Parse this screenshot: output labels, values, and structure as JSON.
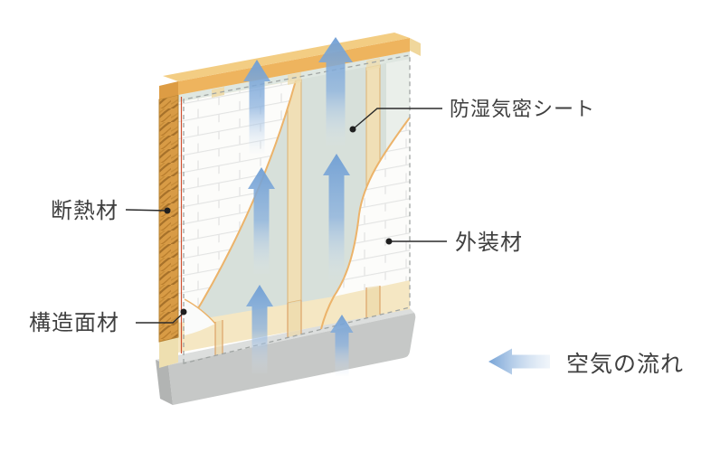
{
  "figure": {
    "type": "wall-insulation-airflow-diagram",
    "labels": {
      "vapor_barrier_sheet": "防湿気密シート",
      "insulation": "断熱材",
      "structural_panel": "構造面材",
      "exterior_cladding": "外装材"
    },
    "legend": {
      "airflow_label": "空気の流れ"
    },
    "colors": {
      "arrow_blue": "#7ca7d9",
      "wood_insulation": "#d89b45",
      "top_plate_orange": "#eeb45e",
      "vapor_sheet_green": "#d7e0da",
      "stud_cream": "#f0dfb6",
      "sill_cream": "#f5e7c3",
      "foundation_gray": "#c6c8c7",
      "brick_white": "#fcfcfa",
      "cut_edge_orange": "#ecb36a",
      "label_text": "#3f3f3f"
    }
  }
}
